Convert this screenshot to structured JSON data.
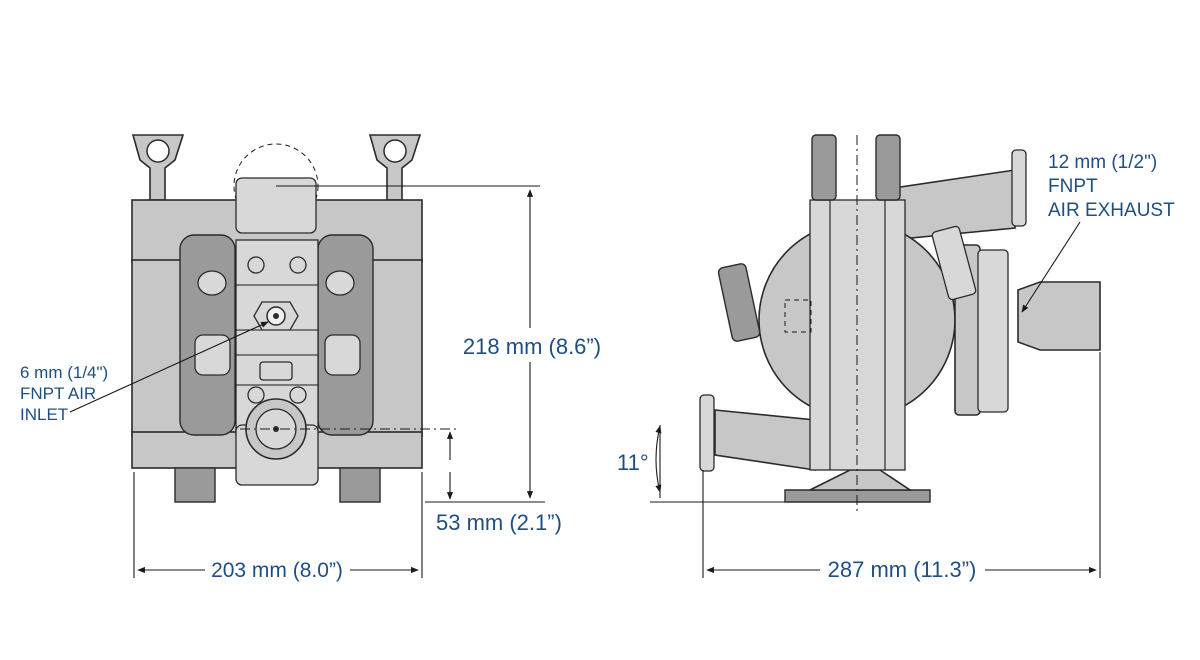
{
  "front_view": {
    "height_label": "218 mm (8.6”)",
    "width_label": "203 mm (8.0”)",
    "inlet_height_label": "53 mm (2.1”)",
    "air_inlet_callout": [
      "6 mm (1/4\")",
      "FNPT AIR",
      "INLET"
    ]
  },
  "side_view": {
    "angle_label": "11°",
    "depth_label": "287 mm (11.3”)",
    "air_exhaust_callout": [
      "12 mm (1/2\")",
      "FNPT",
      "AIR EXHAUST"
    ]
  },
  "colors": {
    "dimension_text": "#1f4f82",
    "pump_body": "#c7c7c7",
    "outline": "#2b2b2b"
  }
}
